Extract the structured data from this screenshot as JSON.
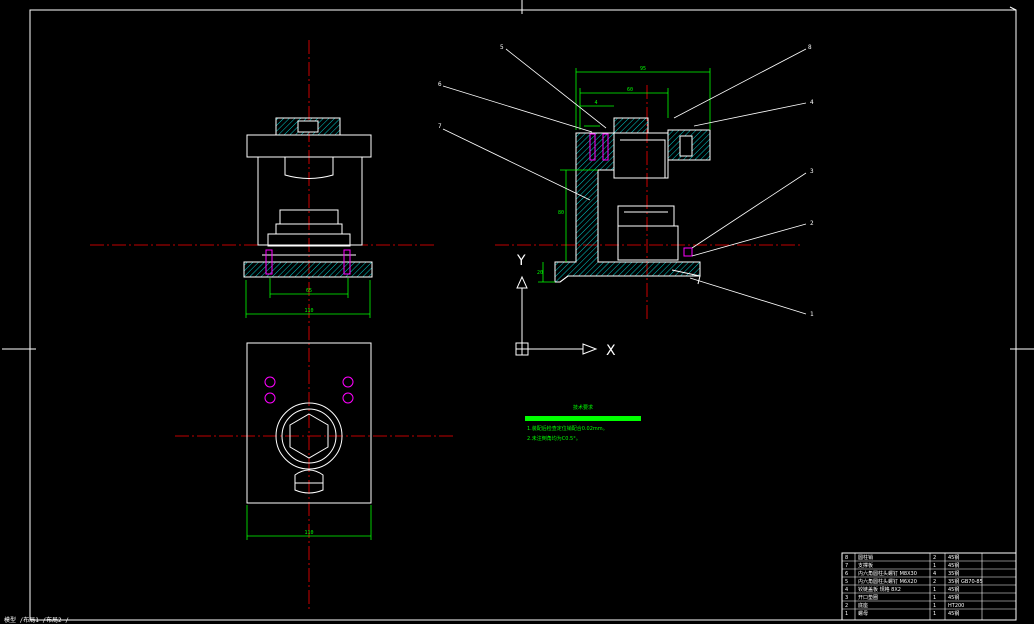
{
  "drawing": {
    "background": "#000000",
    "colors": {
      "outline": "#ffffff",
      "centerline": "#ff0000",
      "dimension": "#00ff00",
      "hatch": "#00ffff",
      "bolt": "#ff00ff"
    }
  },
  "balloons": [
    "6",
    "8",
    "5",
    "4",
    "7",
    "3",
    "2",
    "1"
  ],
  "dimensions": {
    "side_overall": "95",
    "side_inner": "60",
    "side_height": "80",
    "side_base": "20",
    "side_small": "4",
    "front_bolt_span": "65",
    "front_width": "110",
    "top_width": "110"
  },
  "ucs": {
    "x_label": "X",
    "y_label": "Y"
  },
  "technical_requirements": {
    "title": "技术要求",
    "lines": [
      "1.装配后检查定位销配合0.02mm。",
      "2.未注倒角均为C0.5°。"
    ]
  },
  "bom": {
    "rows": [
      [
        "8",
        "圆柱销",
        "2",
        "45钢"
      ],
      [
        "7",
        "支撑板",
        "1",
        "45钢"
      ],
      [
        "6",
        "内六角圆柱头螺钉 M8X30",
        "4",
        "35钢"
      ],
      [
        "5",
        "内六角圆柱头螺钉 M6X20",
        "2",
        "35钢 GB70-85"
      ],
      [
        "4",
        "铰链盖板 规格 8X2",
        "1",
        "45钢"
      ],
      [
        "3",
        "开口垫圈",
        "1",
        "45钢"
      ],
      [
        "2",
        "底座",
        "1",
        "HT200"
      ],
      [
        "1",
        "螺母",
        "1",
        "45钢"
      ]
    ]
  },
  "status_bar": {
    "text": "模型 /布局1 /布局2 /"
  }
}
